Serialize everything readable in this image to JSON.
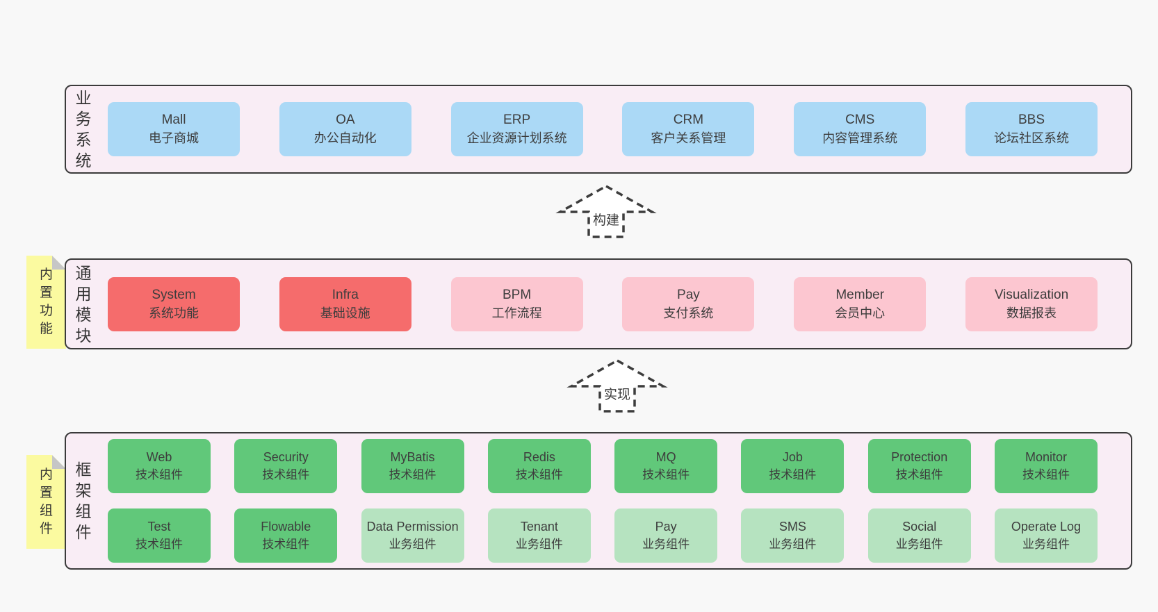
{
  "colors": {
    "page_bg": "#f8f8f8",
    "panel_bg": "#f9edf5",
    "panel_border": "#3b3b3b",
    "text": "#3d3d3d",
    "blue": "#abd9f6",
    "red": "#f56c6c",
    "pink": "#fcc6d0",
    "green_dark": "#61c87a",
    "green_light": "#b6e3c0",
    "note_bg": "#fbfaa0",
    "note_fold": "#c6c6c6",
    "arrow_stroke": "#3d3d3d"
  },
  "sections": [
    {
      "id": "business-systems",
      "label": "业务系统",
      "rows": [
        [
          {
            "title": "Mall",
            "subtitle": "电子商城",
            "color": "blue"
          },
          {
            "title": "OA",
            "subtitle": "办公自动化",
            "color": "blue"
          },
          {
            "title": "ERP",
            "subtitle": "企业资源计划系统",
            "color": "blue"
          },
          {
            "title": "CRM",
            "subtitle": "客户关系管理",
            "color": "blue"
          },
          {
            "title": "CMS",
            "subtitle": "内容管理系统",
            "color": "blue"
          },
          {
            "title": "BBS",
            "subtitle": "论坛社区系统",
            "color": "blue"
          }
        ]
      ]
    },
    {
      "id": "common-modules",
      "label": "通用模块",
      "note": "内置功能",
      "rows": [
        [
          {
            "title": "System",
            "subtitle": "系统功能",
            "color": "red"
          },
          {
            "title": "Infra",
            "subtitle": "基础设施",
            "color": "red"
          },
          {
            "title": "BPM",
            "subtitle": "工作流程",
            "color": "pink"
          },
          {
            "title": "Pay",
            "subtitle": "支付系统",
            "color": "pink"
          },
          {
            "title": "Member",
            "subtitle": "会员中心",
            "color": "pink"
          },
          {
            "title": "Visualization",
            "subtitle": "数据报表",
            "color": "pink"
          }
        ]
      ]
    },
    {
      "id": "framework-components",
      "label": "框架组件",
      "note": "内置组件",
      "rows": [
        [
          {
            "title": "Web",
            "subtitle": "技术组件",
            "color": "green_dark"
          },
          {
            "title": "Security",
            "subtitle": "技术组件",
            "color": "green_dark"
          },
          {
            "title": "MyBatis",
            "subtitle": "技术组件",
            "color": "green_dark"
          },
          {
            "title": "Redis",
            "subtitle": "技术组件",
            "color": "green_dark"
          },
          {
            "title": "MQ",
            "subtitle": "技术组件",
            "color": "green_dark"
          },
          {
            "title": "Job",
            "subtitle": "技术组件",
            "color": "green_dark"
          },
          {
            "title": "Protection",
            "subtitle": "技术组件",
            "color": "green_dark"
          },
          {
            "title": "Monitor",
            "subtitle": "技术组件",
            "color": "green_dark"
          }
        ],
        [
          {
            "title": "Test",
            "subtitle": "技术组件",
            "color": "green_dark"
          },
          {
            "title": "Flowable",
            "subtitle": "技术组件",
            "color": "green_dark"
          },
          {
            "title": "Data Permission",
            "subtitle": "业务组件",
            "color": "green_light"
          },
          {
            "title": "Tenant",
            "subtitle": "业务组件",
            "color": "green_light"
          },
          {
            "title": "Pay",
            "subtitle": "业务组件",
            "color": "green_light"
          },
          {
            "title": "SMS",
            "subtitle": "业务组件",
            "color": "green_light"
          },
          {
            "title": "Social",
            "subtitle": "业务组件",
            "color": "green_light"
          },
          {
            "title": "Operate Log",
            "subtitle": "业务组件",
            "color": "green_light"
          }
        ]
      ]
    }
  ],
  "arrows": [
    {
      "label": "构建"
    },
    {
      "label": "实现"
    }
  ]
}
